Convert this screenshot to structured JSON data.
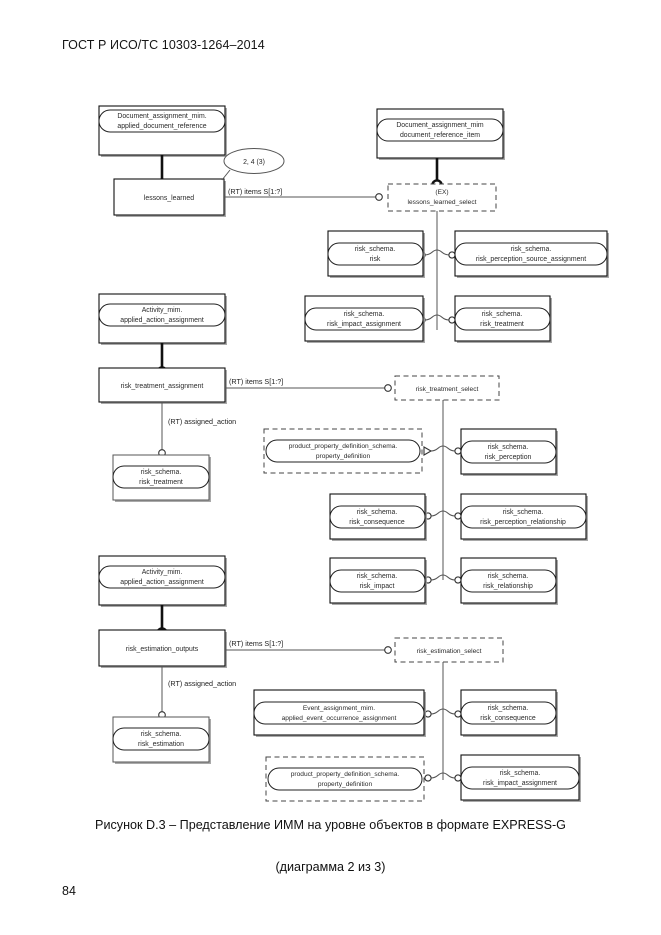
{
  "header": {
    "standard": "ГОСТ Р ИСО/ТС 10303-1264–2014"
  },
  "caption": {
    "line1": "Рисунок D.3 – Представление ИММ на уровне объектов в формате EXPRESS-G",
    "line2": "(диаграмма 2 из 3)"
  },
  "footer": {
    "page_number": "84"
  },
  "diagram": {
    "type": "EXPRESS-G entity-level model",
    "nodes": {
      "n1": {
        "line1": "Document_assignment_mim.",
        "line2": "applied_document_reference"
      },
      "n2": {
        "line1": "lessons_learned",
        "line2": ""
      },
      "n3": {
        "line1": "Document_assignment_mim",
        "line2": "document_reference_item"
      },
      "n4": {
        "line1": "(EX)",
        "line2": "lessons_learned_select"
      },
      "n5": {
        "line1": "risk_schema.",
        "line2": "risk"
      },
      "n6": {
        "line1": "risk_schema.",
        "line2": "risk_perception_source_assignment"
      },
      "n7": {
        "line1": "risk_schema.",
        "line2": "risk_impact_assignment"
      },
      "n8": {
        "line1": "risk_schema.",
        "line2": "risk_treatment"
      },
      "n9": {
        "line1": "Activity_mim.",
        "line2": "applied_action_assignment"
      },
      "n10": {
        "line1": "risk_treatment_assignment",
        "line2": ""
      },
      "n11": {
        "line1": "risk_treatment_select",
        "line2": ""
      },
      "n12": {
        "line1": "product_property_definition_schema.",
        "line2": "property_definition"
      },
      "n13": {
        "line1": "risk_schema.",
        "line2": "risk_perception"
      },
      "n14": {
        "line1": "risk_schema.",
        "line2": "risk_treatment"
      },
      "n15": {
        "line1": "risk_schema.",
        "line2": "risk_consequence"
      },
      "n16": {
        "line1": "risk_schema.",
        "line2": "risk_perception_relationship"
      },
      "n17": {
        "line1": "risk_schema.",
        "line2": "risk_impact"
      },
      "n18": {
        "line1": "risk_schema.",
        "line2": "risk_relationship"
      },
      "n19": {
        "line1": "Activity_mim.",
        "line2": "applied_action_assignment"
      },
      "n20": {
        "line1": "risk_estimation_outputs",
        "line2": ""
      },
      "n21": {
        "line1": "risk_estimation_select",
        "line2": ""
      },
      "n22": {
        "line1": "risk_schema.",
        "line2": "risk_estimation"
      },
      "n23": {
        "line1": "Event_assignment_mim.",
        "line2": "applied_event_occurrence_assignment"
      },
      "n24": {
        "line1": "risk_schema.",
        "line2": "risk_consequence"
      },
      "n25": {
        "line1": "product_property_definition_schema.",
        "line2": "property_definition"
      },
      "n26": {
        "line1": "risk_schema.",
        "line2": "risk_impact_assignment"
      }
    },
    "bubbles": {
      "b1": "2, 4 (3)"
    },
    "edge_labels": {
      "e1": "(RT) items S[1:?]",
      "e2": "(RT) items S[1:?]",
      "e3": "(RT) assigned_action",
      "e4": "(RT) items S[1:?]",
      "e5": "(RT) assigned_action"
    }
  }
}
